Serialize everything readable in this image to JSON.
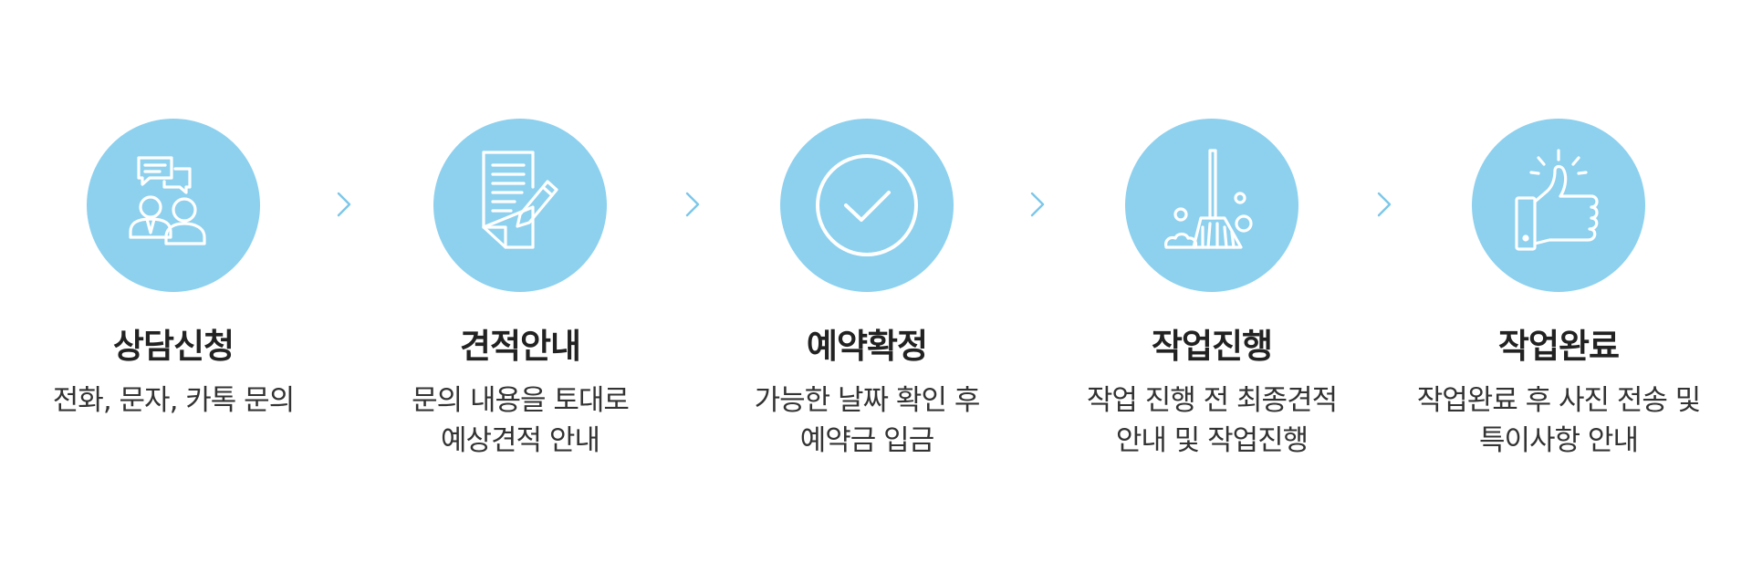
{
  "colors": {
    "circle": "#8dd1ef",
    "icon": "#ffffff",
    "arrow": "#7cc7ea",
    "title": "#222222",
    "desc": "#333333"
  },
  "steps": [
    {
      "title": "상담신청",
      "lines": [
        "전화, 문자, 카톡 문의"
      ],
      "icon": "consultation-icon"
    },
    {
      "title": "견적안내",
      "lines": [
        "문의 내용을 토대로",
        "예상견적 안내"
      ],
      "icon": "document-pen-icon"
    },
    {
      "title": "예약확정",
      "lines": [
        "가능한 날짜 확인 후",
        "예약금 입금"
      ],
      "icon": "checkmark-icon"
    },
    {
      "title": "작업진행",
      "lines": [
        "작업 진행 전 최종견적",
        "안내 및 작업진행"
      ],
      "icon": "broom-icon"
    },
    {
      "title": "작업완료",
      "lines": [
        "작업완료 후 사진 전송 및",
        "특이사항 안내"
      ],
      "icon": "thumbs-up-icon"
    }
  ]
}
